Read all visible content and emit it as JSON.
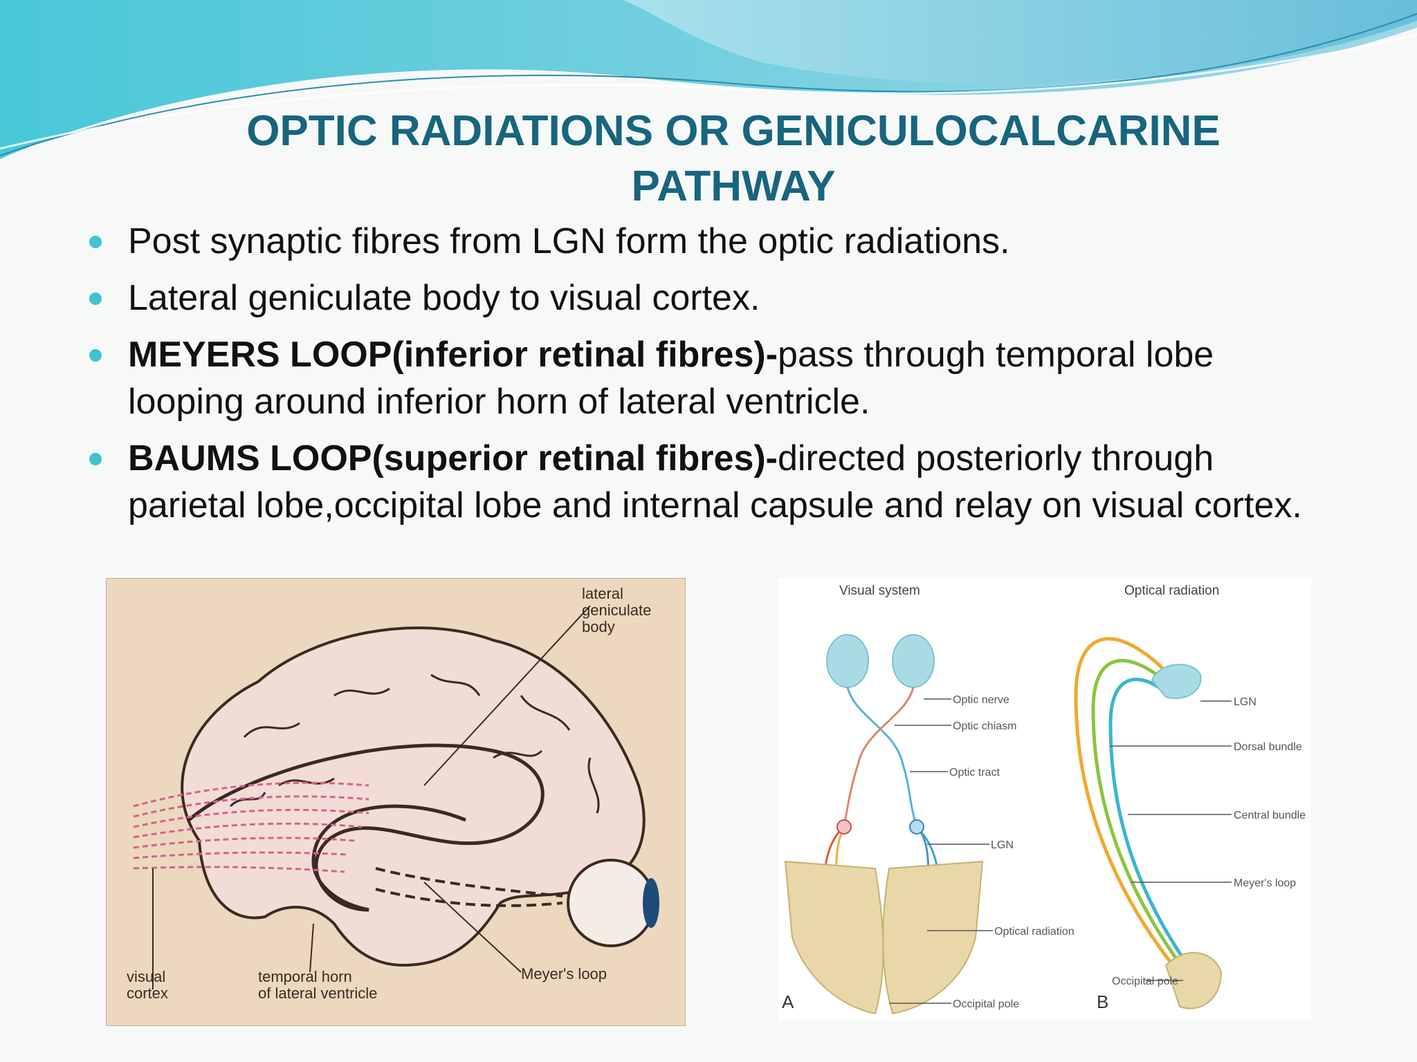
{
  "slide": {
    "title_line1": "OPTIC RADIATIONS OR GENICULOCALCARINE",
    "title_line2": "PATHWAY",
    "accent_color": "#17657e",
    "bullet_color": "#3cc4cf"
  },
  "bullets": [
    {
      "bold": "",
      "text": "Post synaptic fibres from LGN form the optic radiations."
    },
    {
      "bold": "",
      "text": " Lateral geniculate body to visual cortex."
    },
    {
      "bold": "MEYERS LOOP(inferior retinal fibres)-",
      "text": "pass through temporal lobe looping around inferior horn of lateral ventricle."
    },
    {
      "bold": "BAUMS LOOP(superior retinal fibres)-",
      "text": "directed posteriorly through parietal lobe,occipital lobe and internal capsule and relay on visual cortex."
    }
  ],
  "figure_a": {
    "label_lgn_1": "lateral",
    "label_lgn_2": "geniculate",
    "label_lgn_3": "body",
    "label_cortex_1": "visual",
    "label_cortex_2": "cortex",
    "label_horn_1": "temporal horn",
    "label_horn_2": "of lateral ventricle",
    "label_meyer": "Meyer's loop"
  },
  "figure_b": {
    "heading_a": "Visual system",
    "heading_b": "Optical radiation",
    "optic_nerve": "Optic nerve",
    "optic_chiasm": "Optic chiasm",
    "optic_tract": "Optic tract",
    "lgn_a": "LGN",
    "optical_radiation": "Optical radiation",
    "occipital_pole_a": "Occipital pole",
    "lgn_b": "LGN",
    "dorsal_bundle": "Dorsal bundle",
    "central_bundle": "Central bundle",
    "meyers_loop": "Meyer's loop",
    "occipital_pole_b": "Occipital pole",
    "panel_a": "A",
    "panel_b": "B"
  }
}
